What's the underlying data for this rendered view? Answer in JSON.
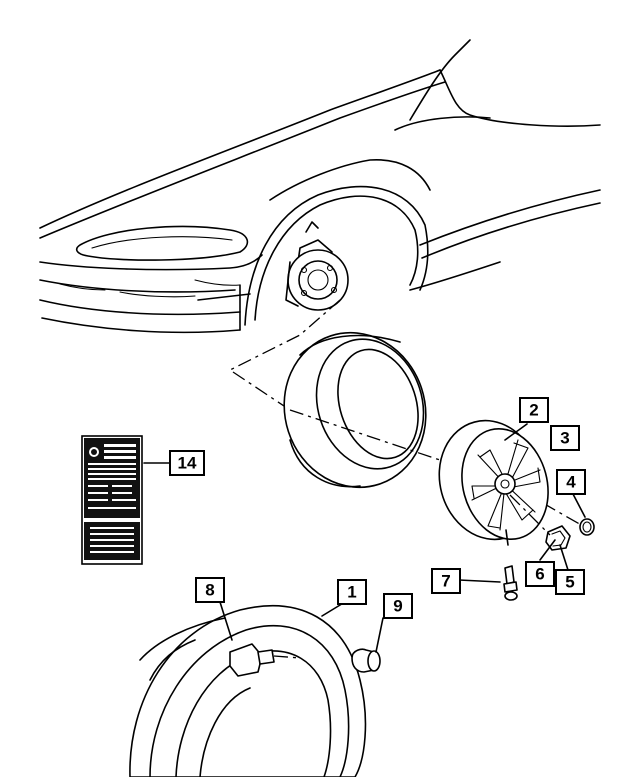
{
  "callouts": {
    "c1": "1",
    "c2": "2",
    "c3": "3",
    "c4": "4",
    "c5": "5",
    "c6": "6",
    "c7": "7",
    "c8": "8",
    "c9": "9",
    "c14": "14"
  }
}
